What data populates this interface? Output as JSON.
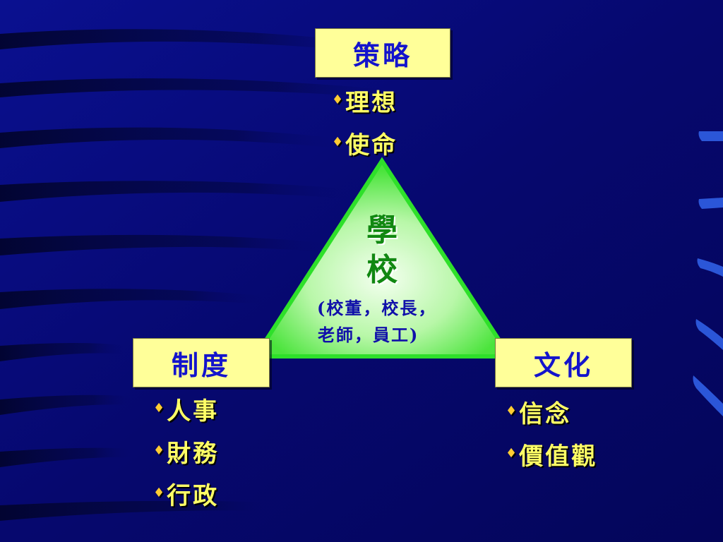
{
  "diagram": {
    "top": {
      "title": "策略",
      "items": [
        "理想",
        "使命"
      ]
    },
    "left": {
      "title": "制度",
      "items": [
        "人事",
        "財務",
        "行政"
      ]
    },
    "right": {
      "title": "文化",
      "items": [
        "信念",
        "價值觀"
      ]
    },
    "center": {
      "title_line1": "學",
      "title_line2": "校",
      "members_line1": "(校董，校長，",
      "members_line2": "老師，員工)"
    }
  },
  "colors": {
    "background": "#060a72",
    "box_fill": "#ffff99",
    "box_text": "#1414cc",
    "bullet_text": "#ffff66",
    "triangle_edge": "#33ee33",
    "triangle_center": "#f2fff0"
  },
  "icons": {
    "bullet": "diamond-icon"
  }
}
